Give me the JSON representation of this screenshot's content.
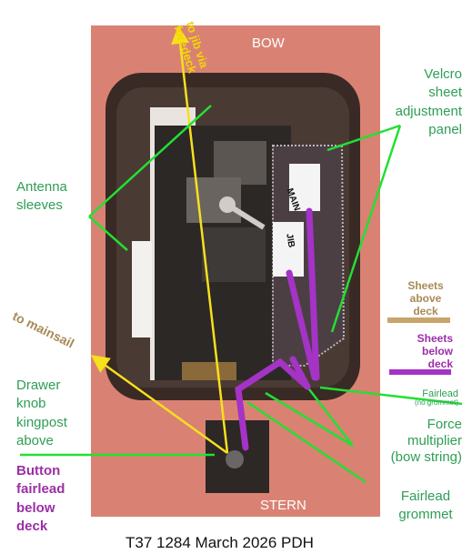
{
  "labels": {
    "bow": "BOW",
    "stern": "STERN",
    "to_jib": "to jib via foredeck",
    "to_mainsail": "to mainsail",
    "velcro": [
      "Velcro",
      "sheet",
      "adjustment",
      "panel"
    ],
    "antenna": [
      "Antenna",
      "sleeves"
    ],
    "sheets_above": [
      "Sheets",
      "above",
      "deck"
    ],
    "sheets_below": [
      "Sheets",
      "below",
      "deck"
    ],
    "drawer": [
      "Drawer",
      "knob",
      "kingpost",
      "above"
    ],
    "button": [
      "Button",
      "fairlead",
      "below",
      "deck"
    ],
    "fairlead_top": "Fairlead",
    "fairlead_note": "(no grommet)",
    "force": [
      "Force",
      "multiplier",
      "(bow string)"
    ],
    "fairlead_grommet": [
      "Fairlead",
      "grommet"
    ],
    "main_tag": "MAIN",
    "jib_tag": "JIB",
    "caption": "T37 1284 March 2026 PDH"
  },
  "colors": {
    "hull_bg": "#d98273",
    "tub_rim": "#3a2a25",
    "pointer_green": "#22e033",
    "line_yellow": "#f7e01c",
    "sheet_purple": "#a433c6",
    "sheet_tan": "#c9a46b"
  }
}
